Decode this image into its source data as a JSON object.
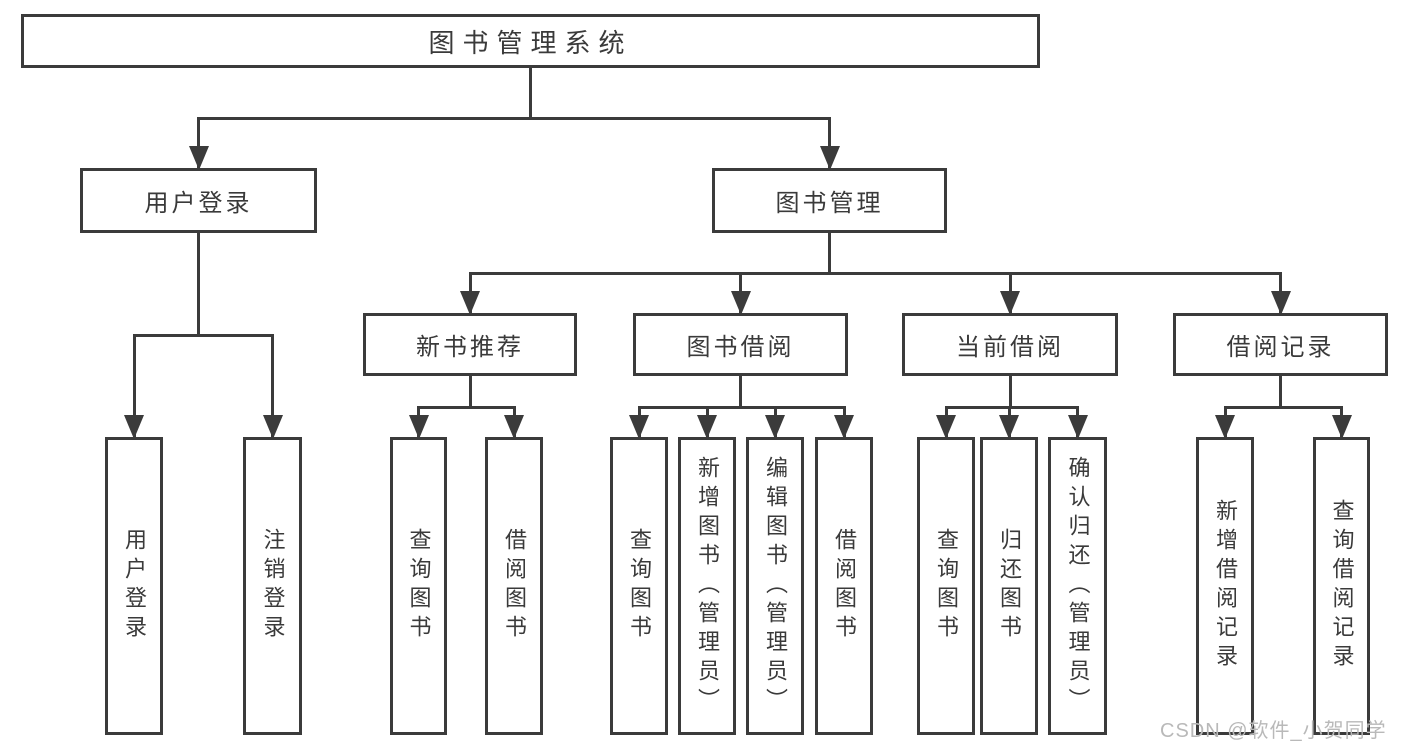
{
  "diagram": {
    "type": "hierarchy-tree",
    "root": {
      "id": "root",
      "label": "图书管理系统",
      "children": [
        {
          "id": "login",
          "label": "用户登录",
          "children": [
            {
              "id": "login-user",
              "label": "用户登录"
            },
            {
              "id": "login-out",
              "label": "注销登录"
            }
          ]
        },
        {
          "id": "mgmt",
          "label": "图书管理",
          "children": [
            {
              "id": "rec",
              "label": "新书推荐",
              "children": [
                {
                  "id": "rec-query",
                  "label": "查询图书"
                },
                {
                  "id": "rec-borrow",
                  "label": "借阅图书"
                }
              ]
            },
            {
              "id": "borrow",
              "label": "图书借阅",
              "children": [
                {
                  "id": "borrow-query",
                  "label": "查询图书"
                },
                {
                  "id": "borrow-add",
                  "label": "新增图书（管理员）"
                },
                {
                  "id": "borrow-edit",
                  "label": "编辑图书（管理员）"
                },
                {
                  "id": "borrow-borrow",
                  "label": "借阅图书"
                }
              ]
            },
            {
              "id": "current",
              "label": "当前借阅",
              "children": [
                {
                  "id": "cur-query",
                  "label": "查询图书"
                },
                {
                  "id": "cur-return",
                  "label": "归还图书"
                },
                {
                  "id": "cur-confirm",
                  "label": "确认归还（管理员）"
                }
              ]
            },
            {
              "id": "records",
              "label": "借阅记录",
              "children": [
                {
                  "id": "rechist-add",
                  "label": "新增借阅记录"
                },
                {
                  "id": "rechist-query",
                  "label": "查询借阅记录"
                }
              ]
            }
          ]
        }
      ]
    }
  },
  "watermark": {
    "text": "CSDN @软件_小贺同学"
  },
  "colors": {
    "line": "#3b3b3b",
    "text": "#3a3a3a",
    "background": "#ffffff",
    "watermark": "#b9b9b9"
  }
}
